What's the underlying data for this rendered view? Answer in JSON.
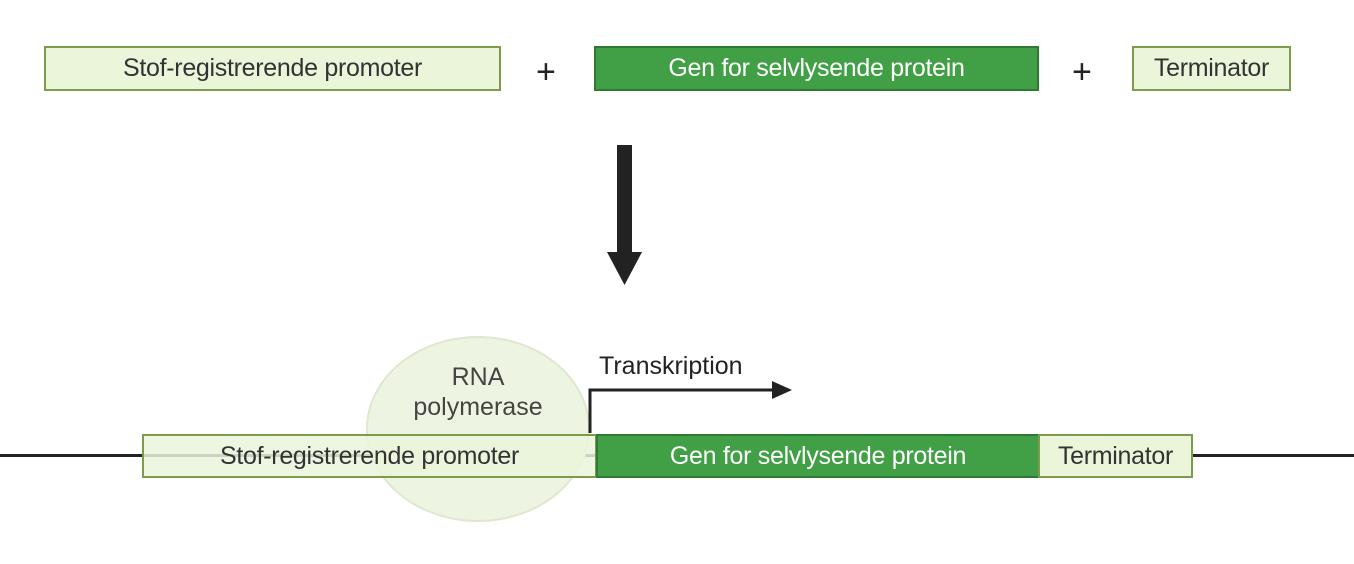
{
  "top_row": {
    "promoter": "Stof-registrerende promoter",
    "gene": "Gen for selvlysende protein",
    "terminator": "Terminator",
    "plus": "+"
  },
  "bottom_row": {
    "rna_polymerase": "RNA\npolymerase",
    "transcription": "Transkription",
    "promoter": "Stof-registrerende promoter",
    "gene": "Gen for selvlysende protein",
    "terminator": "Terminator"
  },
  "colors": {
    "light_green_fill": "#eaf5da",
    "light_green_border": "#7a9c4c",
    "dark_green_fill": "#41a046",
    "dark_green_border": "#2f7a33",
    "polymerase_fill": "#eef4e2",
    "arrow": "#222222"
  }
}
